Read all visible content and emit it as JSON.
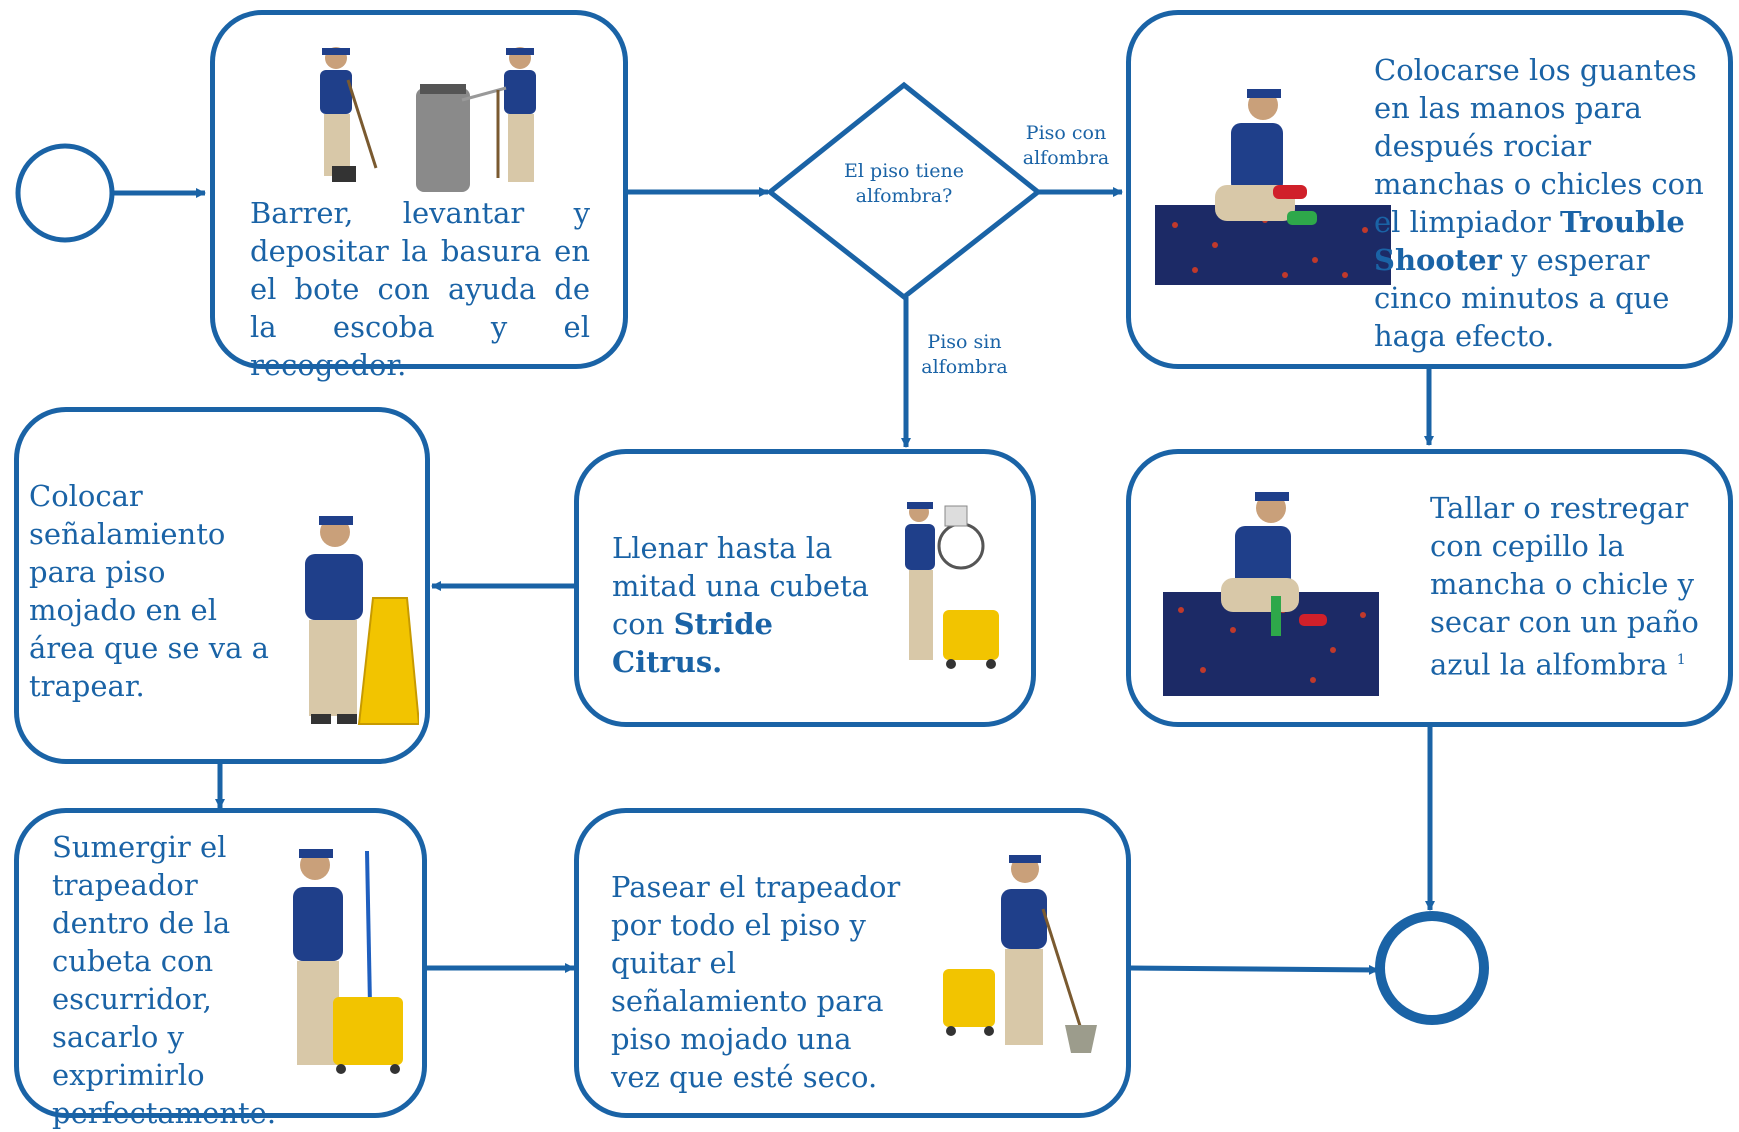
{
  "colors": {
    "accent": "#1a63a6",
    "background": "#ffffff"
  },
  "nodes": {
    "sweep": {
      "text": "Barrer, levantar y depositar la basura en el bote con ayuda de la escoba y el recogedor."
    },
    "decision": {
      "text": "El piso tiene alfombra?"
    },
    "gloves": {
      "text_before": "Colocarse  los guantes en las manos para después rociar manchas o chicles con el limpiador ",
      "text_bold": "Trouble Shooter",
      "text_after": " y esperar cinco minutos a que haga efecto."
    },
    "scrub": {
      "text": "Tallar o restregar con cepillo la mancha o chicle y secar con un paño azul la alfombra",
      "footnote": "1"
    },
    "fill": {
      "text": "Llenar hasta la mitad una cubeta con",
      "bold": "Stride Citrus."
    },
    "sign": {
      "text": "Colocar señalamiento para piso mojado en el área que se va a trapear."
    },
    "dip": {
      "text": "Sumergir el trapeador dentro de la cubeta con escurridor, sacarlo y exprimirlo perfectamente."
    },
    "mop": {
      "text": "Pasear el trapeador por todo el piso y quitar el señalamiento para piso mojado una vez que esté seco."
    }
  },
  "edge_labels": {
    "with_carpet": "Piso con alfombra",
    "without_carpet": "Piso sin alfombra"
  },
  "icons": [
    "start-event-circle",
    "end-event-circle",
    "worker-sweeping-photo",
    "trash-bin-photo",
    "worker-spraying-carpet-photo",
    "worker-scrubbing-carpet-photo",
    "worker-filling-bucket-photo",
    "worker-placing-sign-photo",
    "worker-dipping-mop-photo",
    "worker-mopping-photo"
  ]
}
